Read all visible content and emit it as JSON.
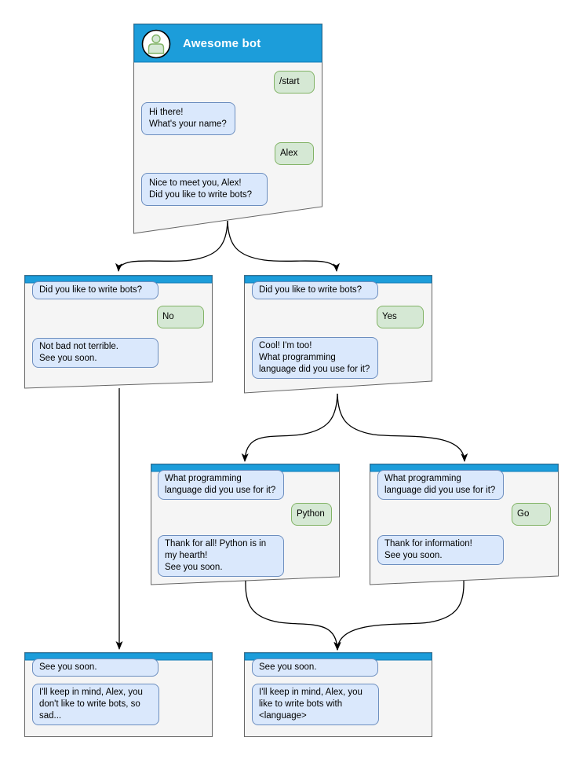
{
  "colors": {
    "titlebar_blue": "#1c9dda",
    "titlebar_border": "#0e7cb8",
    "panel_fill": "#f5f5f5",
    "panel_border": "#666666",
    "bot_bubble_fill": "#dae8fc",
    "bot_bubble_border": "#6c8ebf",
    "user_bubble_fill": "#d5e8d4",
    "user_bubble_border": "#82b366",
    "connector": "#000000"
  },
  "screens": [
    {
      "id": "start",
      "title": "Awesome bot",
      "messages": [
        {
          "from": "user",
          "text": "/start"
        },
        {
          "from": "bot",
          "text": "Hi there!\nWhat's your name?"
        },
        {
          "from": "user",
          "text": "Alex"
        },
        {
          "from": "bot",
          "text": "Nice to meet you, Alex!\nDid you like to write bots?"
        }
      ]
    },
    {
      "id": "branch-no",
      "messages": [
        {
          "from": "bot",
          "text": "Did you like to write bots?"
        },
        {
          "from": "user",
          "text": "No"
        },
        {
          "from": "bot",
          "text": "Not bad not terrible.\nSee you soon."
        }
      ]
    },
    {
      "id": "branch-yes",
      "messages": [
        {
          "from": "bot",
          "text": "Did you like to write bots?"
        },
        {
          "from": "user",
          "text": "Yes"
        },
        {
          "from": "bot",
          "text": "Cool! I'm too!\nWhat programming\nlanguage did you use for it?"
        }
      ]
    },
    {
      "id": "branch-python",
      "messages": [
        {
          "from": "bot",
          "text": "What programming\nlanguage did you use for it?"
        },
        {
          "from": "user",
          "text": "Python"
        },
        {
          "from": "bot",
          "text": "Thank for all! Python is in\nmy hearth!\nSee you soon."
        }
      ]
    },
    {
      "id": "branch-go",
      "messages": [
        {
          "from": "bot",
          "text": "What programming\nlanguage did you use for it?"
        },
        {
          "from": "user",
          "text": "Go"
        },
        {
          "from": "bot",
          "text": "Thank for information!\nSee you soon."
        }
      ]
    },
    {
      "id": "end-no",
      "messages": [
        {
          "from": "bot",
          "text": "See you soon."
        },
        {
          "from": "bot",
          "text": "I'll keep in mind, Alex, you\ndon't like to write bots, so\nsad..."
        }
      ]
    },
    {
      "id": "end-language",
      "messages": [
        {
          "from": "bot",
          "text": "See you soon."
        },
        {
          "from": "bot",
          "text": "I'll keep in mind, Alex, you\nlike to write bots with\n<language>"
        }
      ]
    }
  ]
}
